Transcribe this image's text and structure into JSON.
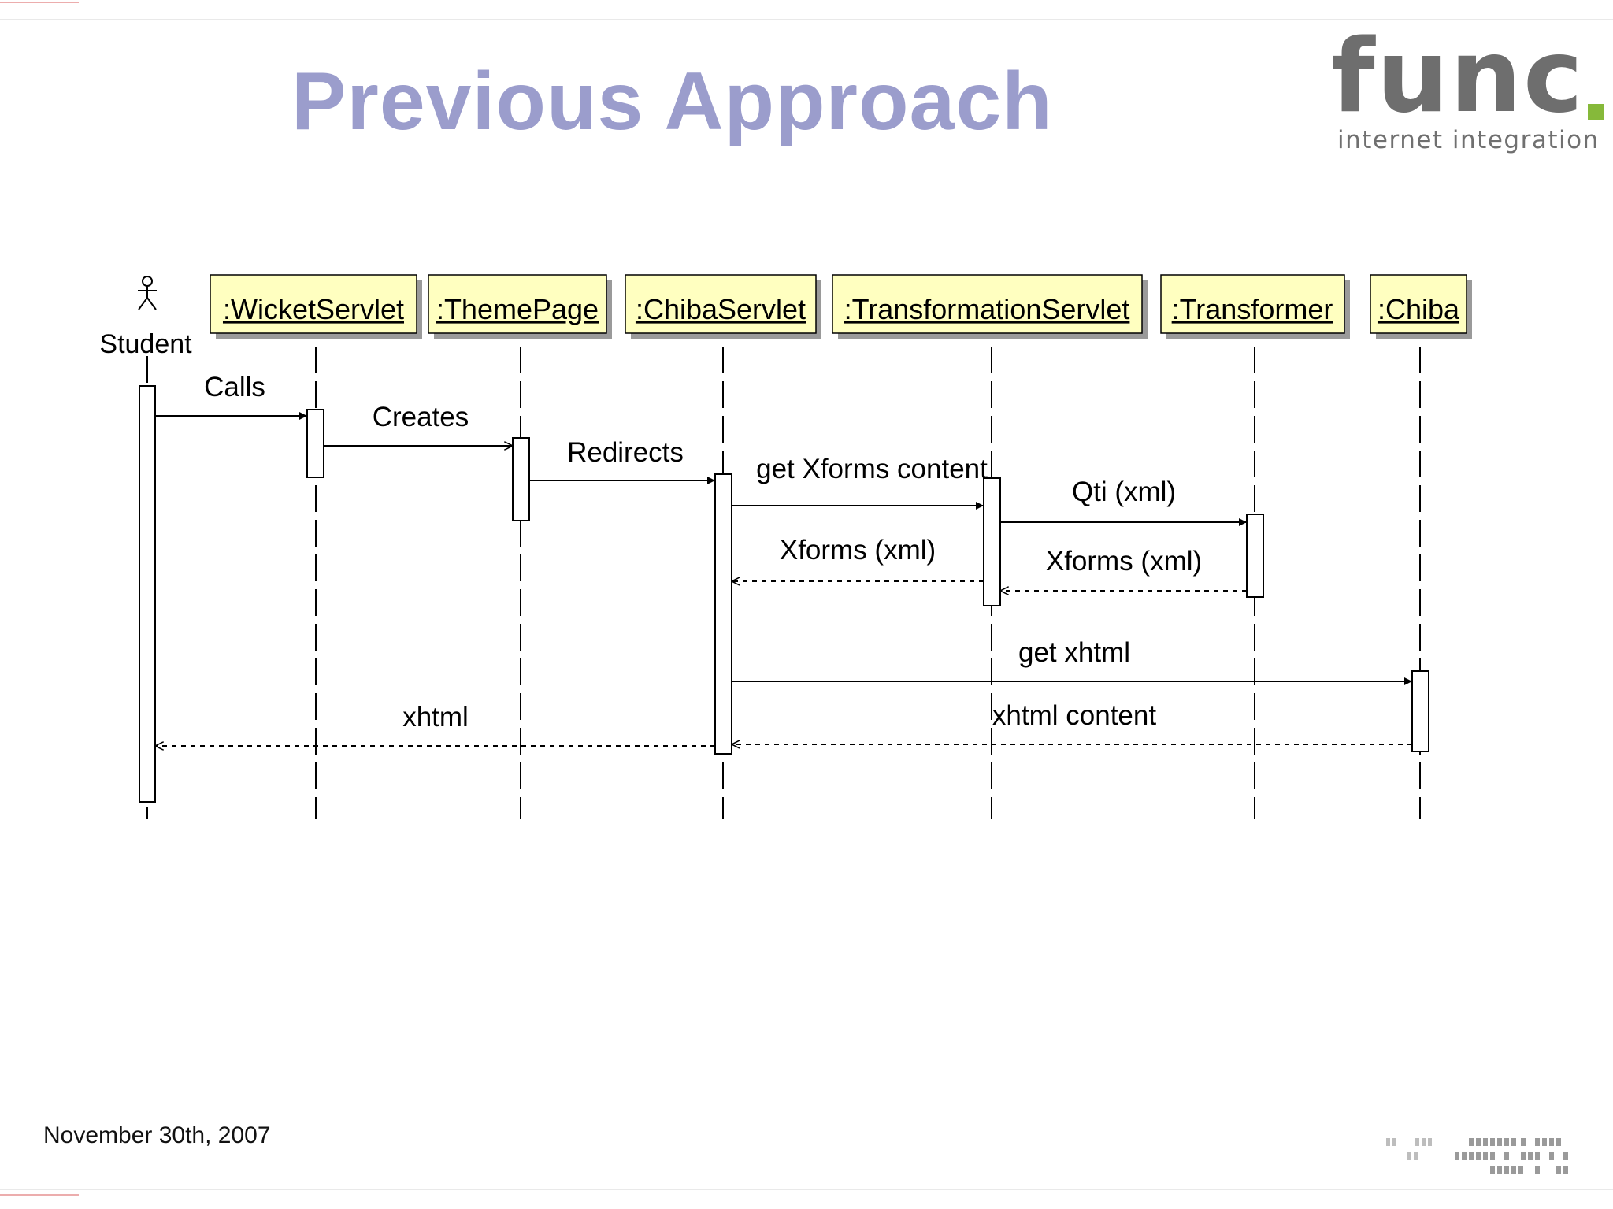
{
  "slide": {
    "title": "Previous Approach",
    "date": "November 30th, 2007"
  },
  "logo": {
    "wordmark": "func",
    "tagline": "internet integration",
    "dot_color": "#86b93a",
    "text_color": "#6e6e6e"
  },
  "colors": {
    "title": "#9b9dcc",
    "object_fill": "#ffffc0",
    "object_shadow": "#9a9a9a"
  },
  "sequence": {
    "actor": {
      "label": "Student",
      "icon": "stick-figure-icon"
    },
    "objects": [
      {
        "id": "wicket",
        "label": ":WicketServlet"
      },
      {
        "id": "theme",
        "label": ":ThemePage"
      },
      {
        "id": "chiba_servlet",
        "label": ":ChibaServlet"
      },
      {
        "id": "transformation",
        "label": ":TransformationServlet"
      },
      {
        "id": "transformer",
        "label": ":Transformer"
      },
      {
        "id": "chiba",
        "label": ":Chiba"
      }
    ],
    "messages": [
      {
        "from": "student",
        "to": "wicket",
        "label": "Calls",
        "kind": "call"
      },
      {
        "from": "wicket",
        "to": "theme",
        "label": "Creates",
        "kind": "create"
      },
      {
        "from": "theme",
        "to": "chiba_servlet",
        "label": "Redirects",
        "kind": "call"
      },
      {
        "from": "chiba_servlet",
        "to": "transformation",
        "label": "get Xforms content",
        "kind": "call"
      },
      {
        "from": "transformation",
        "to": "transformer",
        "label": "Qti (xml)",
        "kind": "call"
      },
      {
        "from": "transformer",
        "to": "transformation",
        "label": "Xforms (xml)",
        "kind": "return"
      },
      {
        "from": "transformation",
        "to": "chiba_servlet",
        "label": "Xforms (xml)",
        "kind": "return"
      },
      {
        "from": "chiba_servlet",
        "to": "chiba",
        "label": "get xhtml",
        "kind": "call"
      },
      {
        "from": "chiba",
        "to": "chiba_servlet",
        "label": "xhtml content",
        "kind": "return"
      },
      {
        "from": "chiba_servlet",
        "to": "student",
        "label": "xhtml",
        "kind": "return"
      }
    ]
  }
}
